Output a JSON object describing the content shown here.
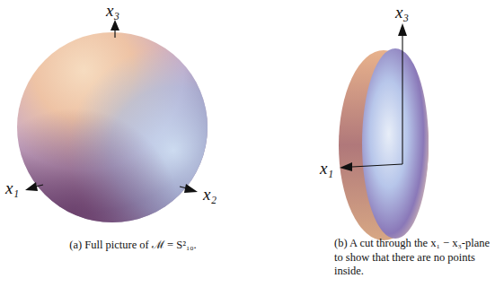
{
  "diagram": {
    "labels": [
      "x₃",
      "x₁",
      "x₂",
      "(a) Full picture of ℳ = S²₁₀.",
      "x₃",
      "x₁",
      "(b) A cut through the x₁ − x₃-plane to show that there are no points inside."
    ]
  }
}
